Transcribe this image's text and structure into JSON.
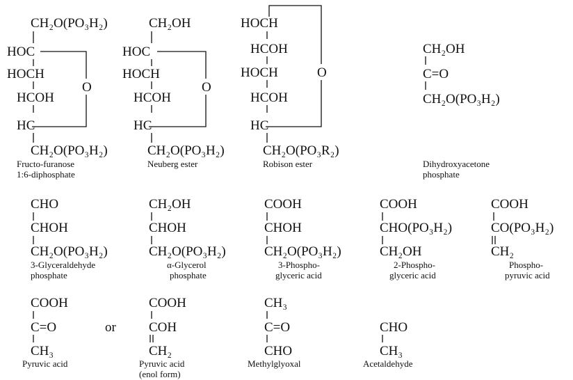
{
  "ring_label": "O",
  "structures": [
    {
      "id": "fructo-furanose-diphosphate",
      "caption": [
        "Fructo-furanose",
        "1:6-diphosphate"
      ],
      "groups": [
        "CH₂O(PO₃H₂)",
        "HOC",
        "HOCH",
        "HCOH",
        "HC",
        "CH₂O(PO₃H₂)"
      ],
      "ring": "furanose-oxygen-bridge"
    },
    {
      "id": "neuberg-ester",
      "caption": [
        "Neuberg ester"
      ],
      "groups": [
        "CH₂OH",
        "HOC",
        "HOCH",
        "HCOH",
        "HC",
        "CH₂O(PO₃H₂)"
      ],
      "ring": "furanose-oxygen-bridge"
    },
    {
      "id": "robison-ester",
      "caption": [
        "Robison ester"
      ],
      "groups": [
        "HOCH",
        "HCOH",
        "HOCH",
        "HCOH",
        "HC",
        "CH₂O(PO₃R₂)"
      ],
      "ring": "pyranose-oxygen-bridge"
    },
    {
      "id": "dihydroxyacetone-phosphate",
      "caption": [
        "Dihydroxyacetone",
        "phosphate"
      ],
      "groups": [
        "CH₂OH",
        "C=O",
        "CH₂O(PO₃H₂)"
      ]
    },
    {
      "id": "3-glyceraldehyde-phosphate",
      "caption": [
        "3-Glyceraldehyde",
        "phosphate"
      ],
      "groups": [
        "CHO",
        "CHOH",
        "CH₂O(PO₃H₂)"
      ]
    },
    {
      "id": "alpha-glycerol-phosphate",
      "caption": [
        "α-Glycerol",
        "phosphate"
      ],
      "groups": [
        "CH₂OH",
        "CHOH",
        "CH₂O(PO₃H₂)"
      ]
    },
    {
      "id": "3-phosphoglyceric-acid",
      "caption": [
        "3-Phospho-",
        "glyceric acid"
      ],
      "groups": [
        "COOH",
        "CHOH",
        "CH₂O(PO₃H₂)"
      ]
    },
    {
      "id": "2-phosphoglyceric-acid",
      "caption": [
        "2-Phospho-",
        "glyceric acid"
      ],
      "groups": [
        "COOH",
        "CHO(PO₃H₂)",
        "CH₂OH"
      ]
    },
    {
      "id": "phosphopyruvic-acid",
      "caption": [
        "Phospho-",
        "pyruvic acid"
      ],
      "groups": [
        "COOH",
        "CO(PO₃H₂)",
        "CH₂"
      ],
      "double_bond": "lower"
    },
    {
      "id": "pyruvic-acid",
      "caption": [
        "Pyruvic acid"
      ],
      "groups": [
        "COOH",
        "C=O",
        "CH₃"
      ]
    },
    {
      "id": "pyruvic-acid-enol",
      "caption": [
        "Pyruvic acid",
        "(enol form)"
      ],
      "groups": [
        "COOH",
        "COH",
        "CH₂"
      ],
      "double_bond": "lower"
    },
    {
      "id": "methylglyoxal",
      "caption": [
        "Methylglyoxal"
      ],
      "groups": [
        "CH₃",
        "C=O",
        "CHO"
      ]
    },
    {
      "id": "acetaldehyde",
      "caption": [
        "Acetaldehyde"
      ],
      "groups": [
        "CHO",
        "CH₃"
      ]
    }
  ],
  "connector_or": "or"
}
